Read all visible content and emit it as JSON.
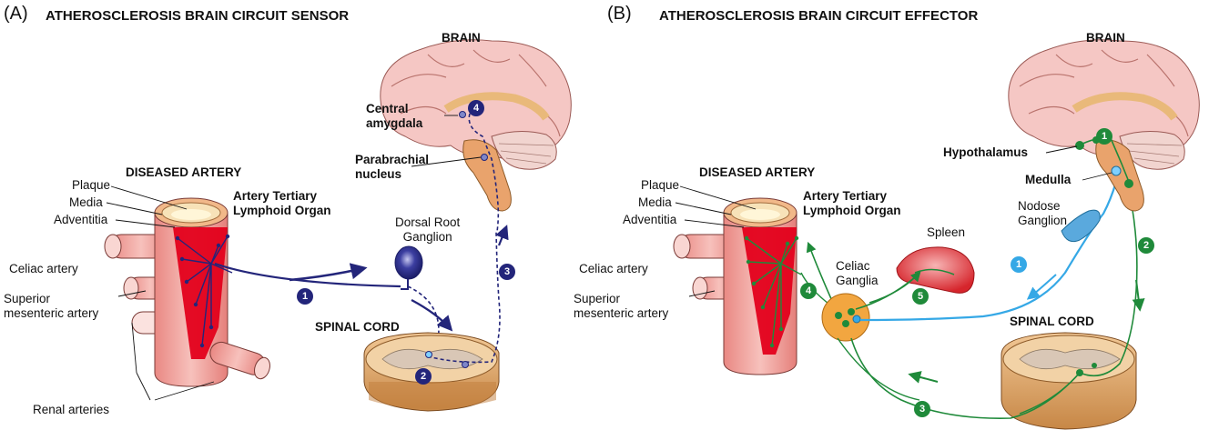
{
  "panel_a": {
    "letter": "(A)",
    "title": "ATHEROSCLEROSIS BRAIN CIRCUIT SENSOR",
    "brain": "BRAIN",
    "central_amygdala": "Central\namygdala",
    "parabrachial_nucleus": "Parabrachial\nnucleus",
    "diseased_artery": "DISEASED ARTERY",
    "plaque": "Plaque",
    "media": "Media",
    "adventitia": "Adventitia",
    "artery_tlo": "Artery Tertiary\nLymphoid Organ",
    "celiac_artery": "Celiac artery",
    "superior_mesenteric": "Superior\nmesenteric artery",
    "renal_arteries": "Renal arteries",
    "dorsal_root_ganglion": "Dorsal Root\nGanglion",
    "spinal_cord": "SPINAL CORD",
    "step_numbers": [
      "1",
      "2",
      "3",
      "4"
    ]
  },
  "panel_b": {
    "letter": "(B)",
    "title": "ATHEROSCLEROSIS BRAIN CIRCUIT EFFECTOR",
    "brain": "BRAIN",
    "hypothalamus": "Hypothalamus",
    "medulla": "Medulla",
    "nodose_ganglion": "Nodose\nGanglion",
    "diseased_artery": "DISEASED ARTERY",
    "plaque": "Plaque",
    "media": "Media",
    "adventitia": "Adventitia",
    "artery_tlo": "Artery Tertiary\nLymphoid Organ",
    "celiac_artery": "Celiac artery",
    "superior_mesenteric": "Superior\nmesenteric artery",
    "celiac_ganglia": "Celiac\nGanglia",
    "spleen": "Spleen",
    "spinal_cord": "SPINAL CORD",
    "step_numbers": [
      "1",
      "2",
      "3",
      "4",
      "5",
      "1"
    ]
  },
  "colors": {
    "navy": "#23257a",
    "green": "#1f8a3a",
    "light_blue": "#35a8e6",
    "artery_pink": "#f2a3a0",
    "tlo_red": "#e3001b",
    "brain_pink": "#f4c6c6",
    "cord_tan": "#e0aa70",
    "ganglion_orange": "#f2a640"
  }
}
